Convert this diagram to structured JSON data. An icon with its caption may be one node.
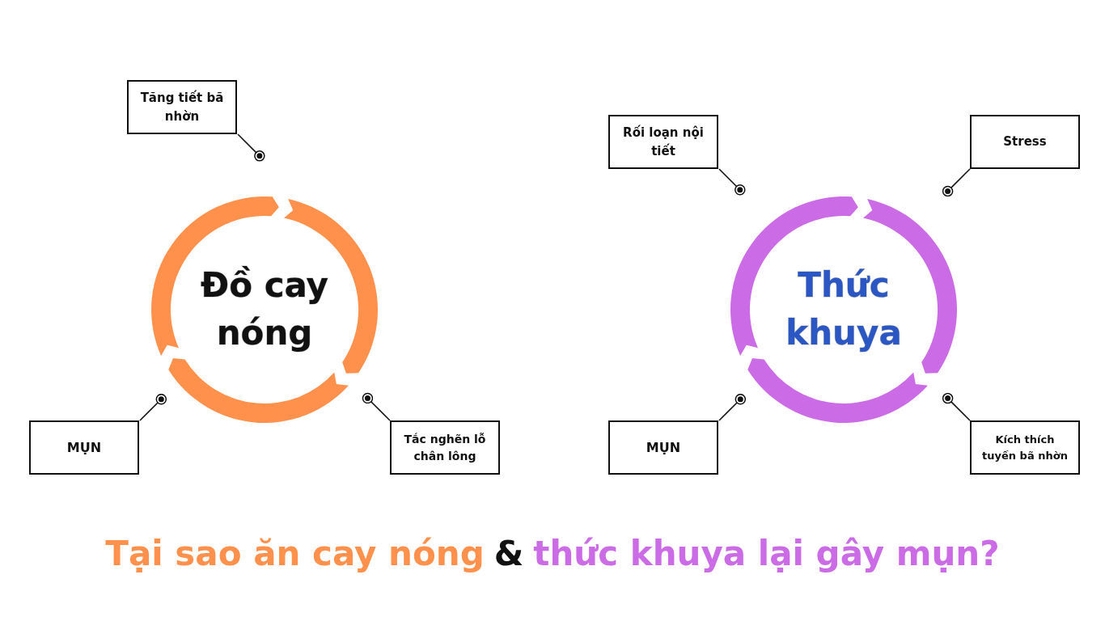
{
  "diagram": {
    "nodes": [
      {
        "text": [
          "Đồ cay nóng"
        ]
      },
      {
        "text": [
          "Tăng tiết bã nhờn"
        ]
      },
      {
        "text": [
          "MỤN"
        ]
      },
      {
        "text": [
          "Tắc nghẽn lỗ chân lông"
        ]
      },
      {
        "text": [
          "Thức khuya"
        ]
      },
      {
        "text": [
          "Rối loạn nội tiết"
        ]
      },
      {
        "text": [
          "Stress"
        ]
      },
      {
        "text": [
          "MỤN"
        ]
      },
      {
        "text": [
          "Kích thích tuyến bã nhờn"
        ]
      }
    ],
    "edges": [
      {
        "from": 1,
        "to": null,
        "arrow": "other"
      },
      {
        "from": 2,
        "to": 0,
        "arrow": "other"
      },
      {
        "from": 3,
        "to": 0,
        "arrow": "other"
      },
      {
        "from": 5,
        "to": 4,
        "arrow": "other"
      },
      {
        "from": 6,
        "to": 4,
        "arrow": "other"
      },
      {
        "from": 7,
        "to": 4,
        "arrow": "other"
      },
      {
        "from": 8,
        "to": 4,
        "arrow": "other"
      }
    ],
    "labels": [
      "Tại sao ăn cay nóng",
      "&",
      "thức khuya lại gây mụn?"
    ]
  }
}
